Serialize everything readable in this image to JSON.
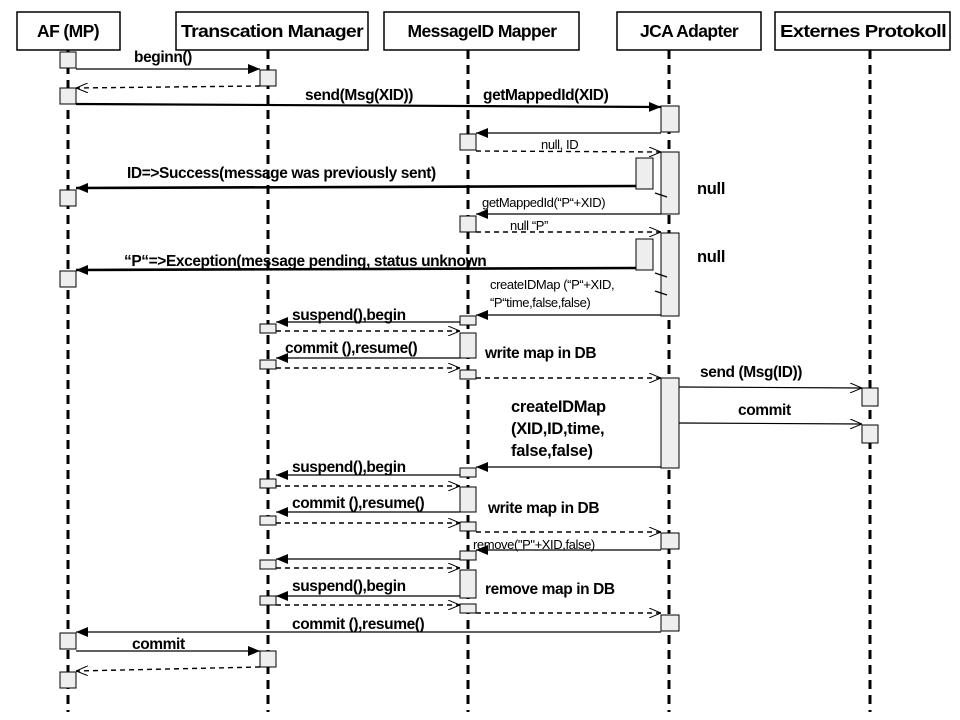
{
  "participants": [
    {
      "id": "af",
      "name": "AF (MP)"
    },
    {
      "id": "tm",
      "name": "Transcation Manager"
    },
    {
      "id": "mm",
      "name": "MessageID Mapper"
    },
    {
      "id": "jca",
      "name": "JCA Adapter"
    },
    {
      "id": "ext",
      "name": "Externes Protokoll"
    }
  ],
  "messages": [
    {
      "id": "m1",
      "text": "beginn()"
    },
    {
      "id": "m2",
      "text": "send(Msg(XID))"
    },
    {
      "id": "m3",
      "text": "getMappedId(XID)"
    },
    {
      "id": "m4",
      "text": "null, ID"
    },
    {
      "id": "m5",
      "text": "ID=>Success(message was previously sent)"
    },
    {
      "id": "m6",
      "text": "getMappedId(“P“+XID)"
    },
    {
      "id": "m7",
      "text": "null “P”"
    },
    {
      "id": "m8",
      "text": "“P“=>Exception(message pending, status unknown"
    },
    {
      "id": "m9",
      "lines": [
        "createIDMap (“P“+XID,",
        "“P“time,false,false)"
      ]
    },
    {
      "id": "m10",
      "text": "suspend(),begin"
    },
    {
      "id": "m11",
      "text": "commit (),resume()"
    },
    {
      "id": "m12",
      "text": "write map in DB"
    },
    {
      "id": "m13",
      "text": "send (Msg(ID))"
    },
    {
      "id": "m14",
      "text": "commit"
    },
    {
      "id": "m15",
      "lines": [
        "createIDMap",
        "(XID,ID,time,",
        "false,false)"
      ]
    },
    {
      "id": "m16",
      "text": "suspend(),begin"
    },
    {
      "id": "m17",
      "text": "commit (),resume()"
    },
    {
      "id": "m18",
      "text": "write map in DB"
    },
    {
      "id": "m19",
      "text": "remove(\"P\"+XID,false)"
    },
    {
      "id": "m20",
      "text": "suspend(),begin"
    },
    {
      "id": "m21",
      "text": "remove map in DB"
    },
    {
      "id": "m22",
      "text": "commit (),resume()"
    },
    {
      "id": "m23",
      "text": "commit"
    }
  ],
  "notes": [
    {
      "id": "n1",
      "text": "null"
    },
    {
      "id": "n2",
      "text": "null"
    }
  ]
}
